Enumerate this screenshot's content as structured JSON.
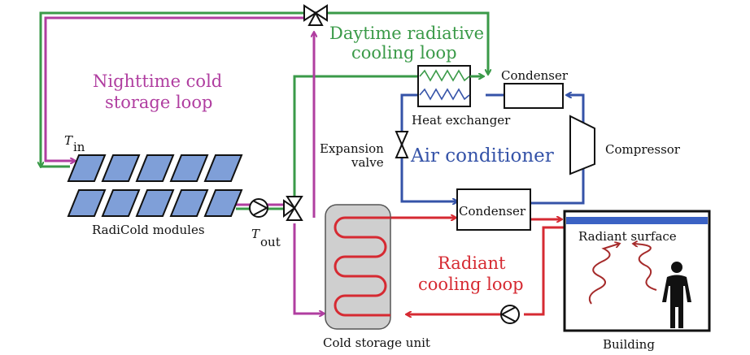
{
  "diagram": {
    "colors": {
      "green": "#3a9a48",
      "magenta": "#b03ea0",
      "blue": "#3553a8",
      "red": "#d62a32",
      "dark_red": "#a52a2a",
      "module_fill": "#7f9fd8",
      "storage_fill": "#cfcfcf",
      "radiant_surface": "#3b62c4",
      "black": "#111111"
    },
    "loops": {
      "nighttime": {
        "line1": "Nighttime cold",
        "line2": "storage loop"
      },
      "daytime": {
        "line1": "Daytime radiative",
        "line2": "cooling loop"
      },
      "air_conditioner": "Air conditioner",
      "radiant": {
        "line1": "Radiant",
        "line2": "cooling loop"
      }
    },
    "components": {
      "modules": "RadiCold modules",
      "t_in": {
        "symbol": "T",
        "subscript": "in"
      },
      "t_out": {
        "symbol": "T",
        "subscript": "out"
      },
      "heat_exchanger": "Heat exchanger",
      "condenser_top": "Condenser",
      "condenser_bottom": "Condenser",
      "compressor": "Compressor",
      "expansion_valve": {
        "line1": "Expansion",
        "line2": "valve"
      },
      "cold_storage": "Cold storage unit",
      "radiant_surface": "Radiant surface",
      "building": "Building"
    }
  }
}
